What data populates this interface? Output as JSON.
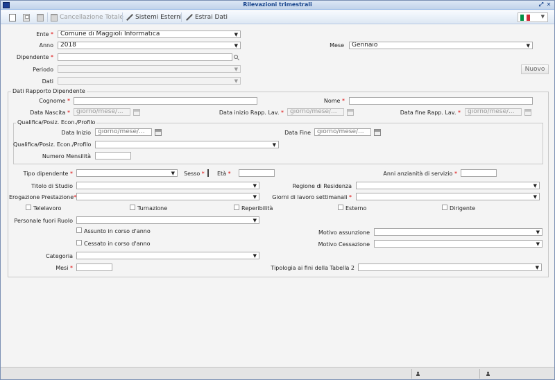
{
  "window": {
    "title": "Rilevazioni trimestrali",
    "close_glyph": "✕",
    "max_glyph": "⤢"
  },
  "toolbar": {
    "cancellazione_label": "Cancellazione Totale",
    "sistemi_label": "Sistemi Esterni",
    "estrai_label": "Estrai Dati",
    "flag_colors": [
      "#009246",
      "#ffffff",
      "#ce2b37"
    ],
    "language_arrow": "▼"
  },
  "form": {
    "ente": {
      "label": "Ente",
      "value": "Comune di Maggioli Informatica"
    },
    "anno": {
      "label": "Anno",
      "value": "2018"
    },
    "mese": {
      "label": "Mese",
      "value": "Gennaio"
    },
    "dipendente": {
      "label": "Dipendente",
      "value": ""
    },
    "periodo": {
      "label": "Periodo",
      "value": ""
    },
    "dati": {
      "label": "Dati",
      "value": ""
    },
    "nuovo_label": "Nuovo"
  },
  "rapporto": {
    "legend": "Dati Rapporto Dipendente",
    "cognome_label": "Cognome",
    "nome_label": "Nome",
    "data_nascita_label": "Data Nascita",
    "data_inizio_rapp_label": "Data inizio Rapp. Lav.",
    "data_fine_rapp_label": "Data fine Rapp. Lav.",
    "date_placeholder": "giorno/mese/..."
  },
  "qualifica": {
    "legend": "Qualifica/Posiz. Econ./Profilo",
    "data_inizio_label": "Data Inizio",
    "data_fine_label": "Data Fine",
    "profilo_label": "Qualifica/Posiz. Econ./Profilo",
    "mensilita_label": "Numero Mensilità"
  },
  "dettagli": {
    "tipo_dipendente_label": "Tipo dipendente",
    "sesso_label": "Sesso",
    "eta_label": "Età",
    "anni_anzianita_label": "Anni anzianità di servizio",
    "titolo_studio_label": "Titolo di Studio",
    "regione_label": "Regione di Residenza",
    "erogazione_label": "Erogazione Prestazione",
    "giorni_label": "Giorni di lavoro settimanali",
    "checkboxes": [
      "Telelavoro",
      "Turnazione",
      "Reperibilità",
      "Esterno",
      "Dirigente"
    ],
    "fuori_ruolo_label": "Personale fuori Ruolo",
    "assunto_label": "Assunto in corso d'anno",
    "cessato_label": "Cessato in corso d'anno",
    "motivo_assunzione_label": "Motivo assunzione",
    "motivo_cessazione_label": "Motivo Cessazione",
    "categoria_label": "Categoria",
    "mesi_label": "Mesi",
    "tipologia_label": "Tipologia ai fini della Tabella 2"
  },
  "glyphs": {
    "dropdown": "▼"
  }
}
